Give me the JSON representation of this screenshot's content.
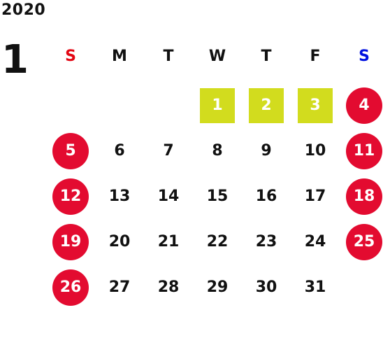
{
  "year": "2020",
  "month": "1",
  "weekdays": [
    "S",
    "M",
    "T",
    "W",
    "T",
    "F",
    "S"
  ],
  "colors": {
    "sunday_header": "#e30613",
    "saturday_header": "#0010e0",
    "holiday_circle": "#e30b30",
    "new_year_square": "#d2dc1e",
    "text": "#111111"
  },
  "weeks": [
    [
      "",
      "",
      "",
      "1",
      "2",
      "3",
      "4"
    ],
    [
      "5",
      "6",
      "7",
      "8",
      "9",
      "10",
      "11"
    ],
    [
      "12",
      "13",
      "14",
      "15",
      "16",
      "17",
      "18"
    ],
    [
      "19",
      "20",
      "21",
      "22",
      "23",
      "24",
      "25"
    ],
    [
      "26",
      "27",
      "28",
      "29",
      "30",
      "31",
      ""
    ]
  ],
  "highlighted_new_year_days": [
    "1",
    "2",
    "3"
  ],
  "circled_days": [
    "4",
    "5",
    "11",
    "12",
    "18",
    "19",
    "25",
    "26"
  ]
}
